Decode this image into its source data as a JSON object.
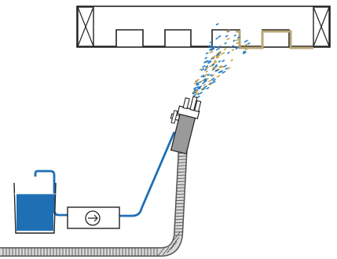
{
  "diagram": {
    "kind": "spray-nozzle-schematic",
    "colors": {
      "outline": "#222222",
      "water": "#1f6fb5",
      "pipe": "#1f6fb5",
      "coating": "#b9a779",
      "hose": "#555555",
      "hose_fill": "#d8d8d8",
      "nozzle": "#9a9a9a",
      "droplet_blue": "#2b7cc2",
      "droplet_tan": "#c2a24e"
    },
    "components": [
      "ceiling-structure",
      "ceiling-profile",
      "coated-surface",
      "spray-cloud",
      "spray-nozzle",
      "corrugated-hose",
      "water-supply-pipe",
      "pump",
      "water-container"
    ]
  }
}
